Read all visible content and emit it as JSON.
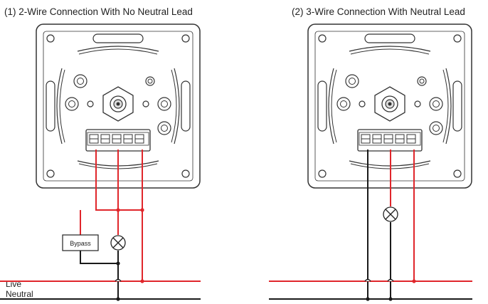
{
  "titles": {
    "two_wire": "(1) 2-Wire Connection With No Neutral Lead",
    "three_wire": "(2) 3-Wire Connection With Neutral Lead"
  },
  "labels": {
    "live": "Live",
    "neutral": "Neutral",
    "bypass": "Bypass"
  },
  "colors": {
    "live_wire": "#e0262b",
    "neutral_wire": "#1a1a1a",
    "outline": "#333333"
  },
  "icons": [
    "dimmer-module-icon",
    "lamp-icon",
    "terminal-block-icon"
  ]
}
